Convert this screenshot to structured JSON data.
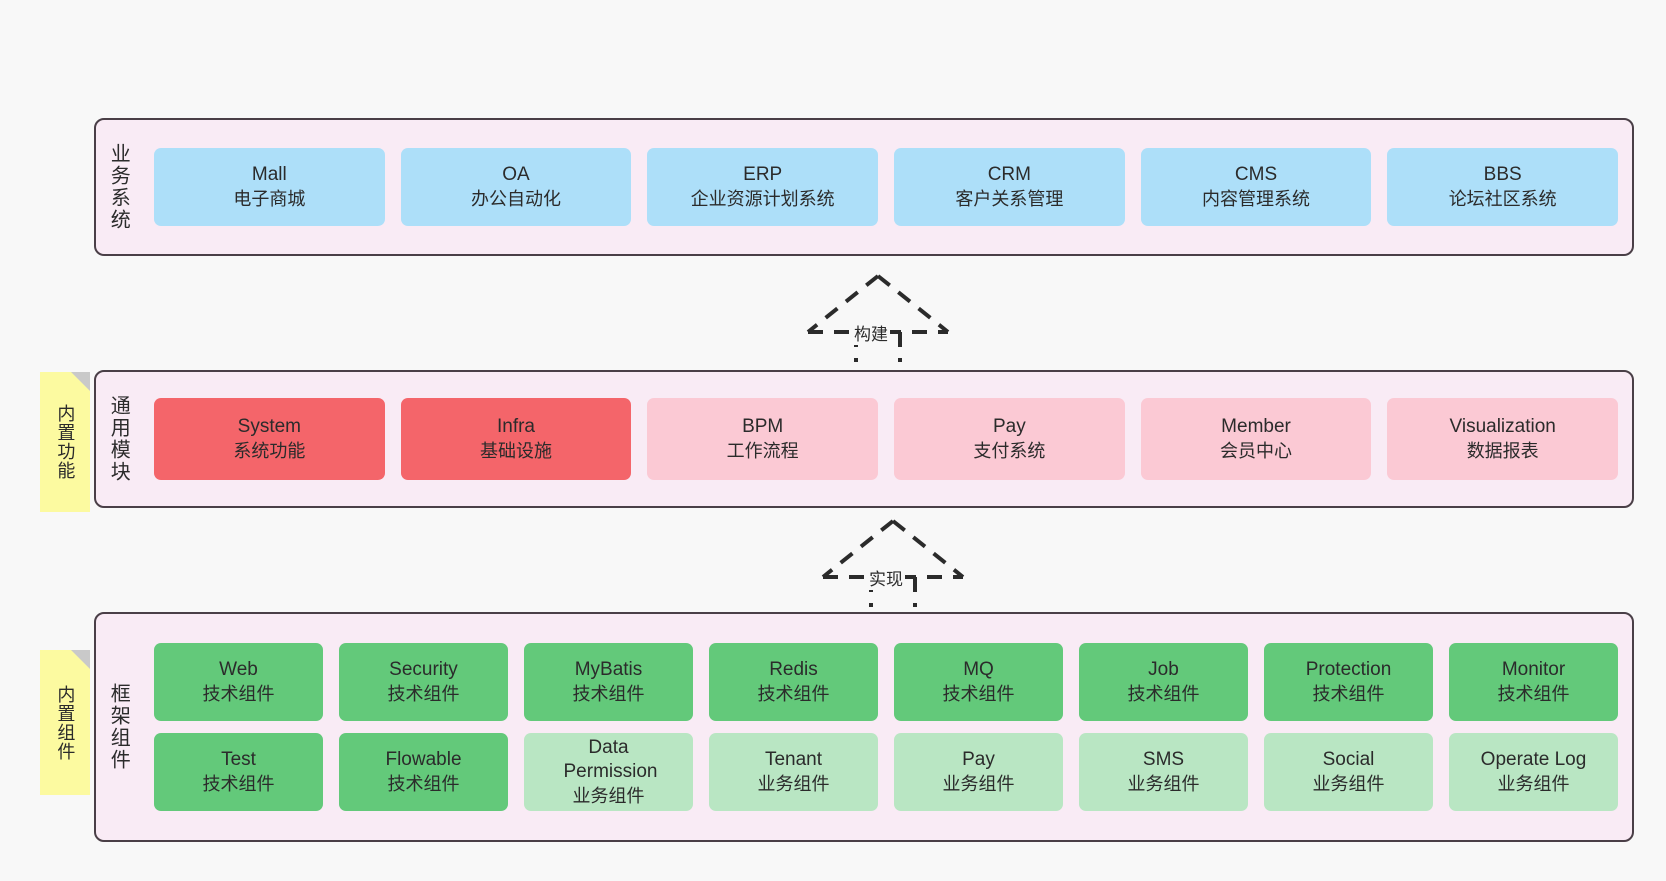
{
  "diagram": {
    "title_business": "业务系统",
    "title_modules": "通用模块",
    "title_components": "框架组件",
    "colors": {
      "band_bg": "#f9ebf5",
      "band_border": "#4a3f47",
      "business_card": "#addff9",
      "module_highlight": "#f4656a",
      "module_normal": "#fbc9d4",
      "component_tech": "#63c97a",
      "component_biz": "#b9e6c3",
      "sticky": "#fcfaa0",
      "canvas": "#f8f8f8"
    }
  },
  "stickies": [
    {
      "label": "内置功能"
    },
    {
      "label": "内置组件"
    }
  ],
  "arrows": [
    {
      "label": "构建",
      "style": "dashed-hollow-up"
    },
    {
      "label": "实现",
      "style": "dashed-hollow-up"
    }
  ],
  "business_systems": [
    {
      "name": "Mall",
      "desc": "电子商城"
    },
    {
      "name": "OA",
      "desc": "办公自动化"
    },
    {
      "name": "ERP",
      "desc": "企业资源计划系统"
    },
    {
      "name": "CRM",
      "desc": "客户关系管理"
    },
    {
      "name": "CMS",
      "desc": "内容管理系统"
    },
    {
      "name": "BBS",
      "desc": "论坛社区系统"
    }
  ],
  "common_modules": [
    {
      "name": "System",
      "desc": "系统功能",
      "emphasis": true
    },
    {
      "name": "Infra",
      "desc": "基础设施",
      "emphasis": true
    },
    {
      "name": "BPM",
      "desc": "工作流程",
      "emphasis": false
    },
    {
      "name": "Pay",
      "desc": "支付系统",
      "emphasis": false
    },
    {
      "name": "Member",
      "desc": "会员中心",
      "emphasis": false
    },
    {
      "name": "Visualization",
      "desc": "数据报表",
      "emphasis": false
    }
  ],
  "framework_components": {
    "row_tech": [
      {
        "name": "Web",
        "desc": "技术组件"
      },
      {
        "name": "Security",
        "desc": "技术组件"
      },
      {
        "name": "MyBatis",
        "desc": "技术组件"
      },
      {
        "name": "Redis",
        "desc": "技术组件"
      },
      {
        "name": "MQ",
        "desc": "技术组件"
      },
      {
        "name": "Job",
        "desc": "技术组件"
      },
      {
        "name": "Protection",
        "desc": "技术组件"
      },
      {
        "name": "Monitor",
        "desc": "技术组件"
      }
    ],
    "row_biz": [
      {
        "name": "Test",
        "desc": "技术组件",
        "kind": "tech"
      },
      {
        "name": "Flowable",
        "desc": "技术组件",
        "kind": "tech"
      },
      {
        "name": "Data Permission",
        "desc": "业务组件",
        "kind": "biz"
      },
      {
        "name": "Tenant",
        "desc": "业务组件",
        "kind": "biz"
      },
      {
        "name": "Pay",
        "desc": "业务组件",
        "kind": "biz"
      },
      {
        "name": "SMS",
        "desc": "业务组件",
        "kind": "biz"
      },
      {
        "name": "Social",
        "desc": "业务组件",
        "kind": "biz"
      },
      {
        "name": "Operate Log",
        "desc": "业务组件",
        "kind": "biz"
      }
    ]
  }
}
